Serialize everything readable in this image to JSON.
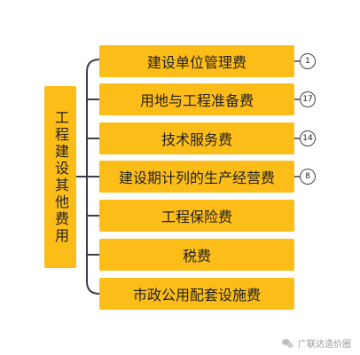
{
  "root": {
    "label": "工程建设其他费用"
  },
  "children": [
    {
      "label": "建设单位管理费",
      "badge": "1"
    },
    {
      "label": "用地与工程准备费",
      "badge": "17"
    },
    {
      "label": "技术服务费",
      "badge": "14"
    },
    {
      "label": "建设期计列的生产经营费",
      "badge": "8"
    },
    {
      "label": "工程保险费"
    },
    {
      "label": "税费"
    },
    {
      "label": "市政公用配套设施费"
    }
  ],
  "watermark": {
    "text": "广联达造价圈"
  },
  "colors": {
    "node_fill": "#fdbd18",
    "line": "#3a3f4b"
  }
}
